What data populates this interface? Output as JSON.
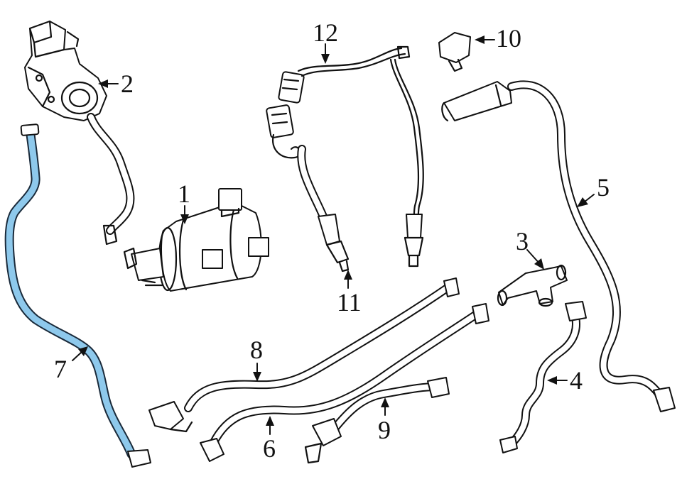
{
  "diagram": {
    "highlight_color": "#8ec9ec",
    "line_color": "#111111",
    "background": "#ffffff",
    "callouts": [
      {
        "id": "c1",
        "label": "1"
      },
      {
        "id": "c2",
        "label": "2"
      },
      {
        "id": "c3",
        "label": "3"
      },
      {
        "id": "c4",
        "label": "4"
      },
      {
        "id": "c5",
        "label": "5"
      },
      {
        "id": "c6",
        "label": "6"
      },
      {
        "id": "c7",
        "label": "7"
      },
      {
        "id": "c8",
        "label": "8"
      },
      {
        "id": "c9",
        "label": "9"
      },
      {
        "id": "c10",
        "label": "10"
      },
      {
        "id": "c11",
        "label": "11"
      },
      {
        "id": "c12",
        "label": "12"
      }
    ],
    "highlighted_part": "7"
  }
}
